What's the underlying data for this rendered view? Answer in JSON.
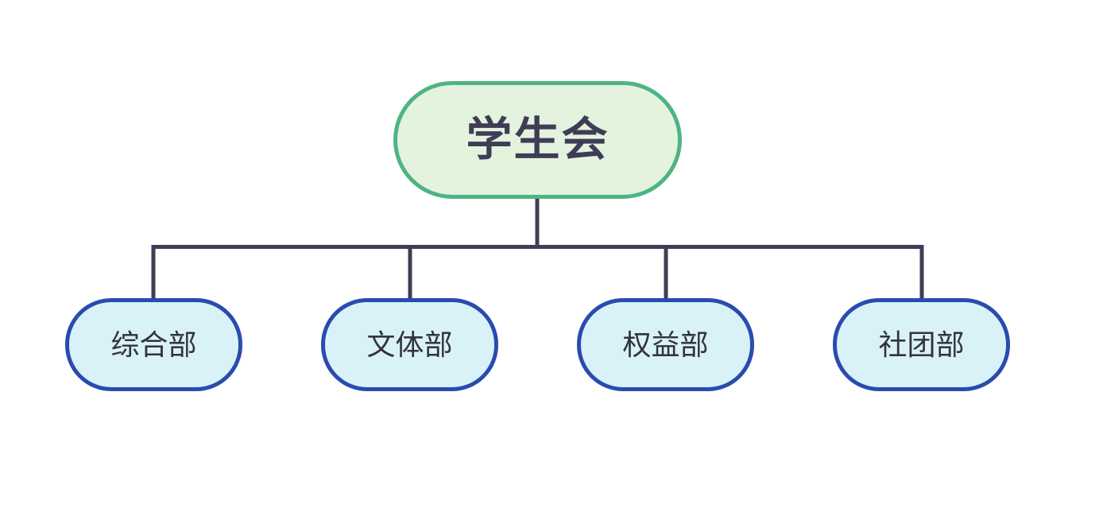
{
  "diagram": {
    "type": "organization-chart",
    "orientation": "top-down",
    "title_node": "学生会",
    "colors": {
      "root_border": "#4eb484",
      "root_fill": "#e4f3dd",
      "child_border": "#2a4bae",
      "child_fill": "#d9f2f7",
      "connector": "#3f3d56",
      "root_text": "#3f3d56",
      "child_text": "#32323f",
      "background": "#ffffff"
    },
    "root": {
      "label": "学生会"
    },
    "children": [
      {
        "label": "综合部"
      },
      {
        "label": "文体部"
      },
      {
        "label": "权益部"
      },
      {
        "label": "社团部"
      }
    ]
  }
}
